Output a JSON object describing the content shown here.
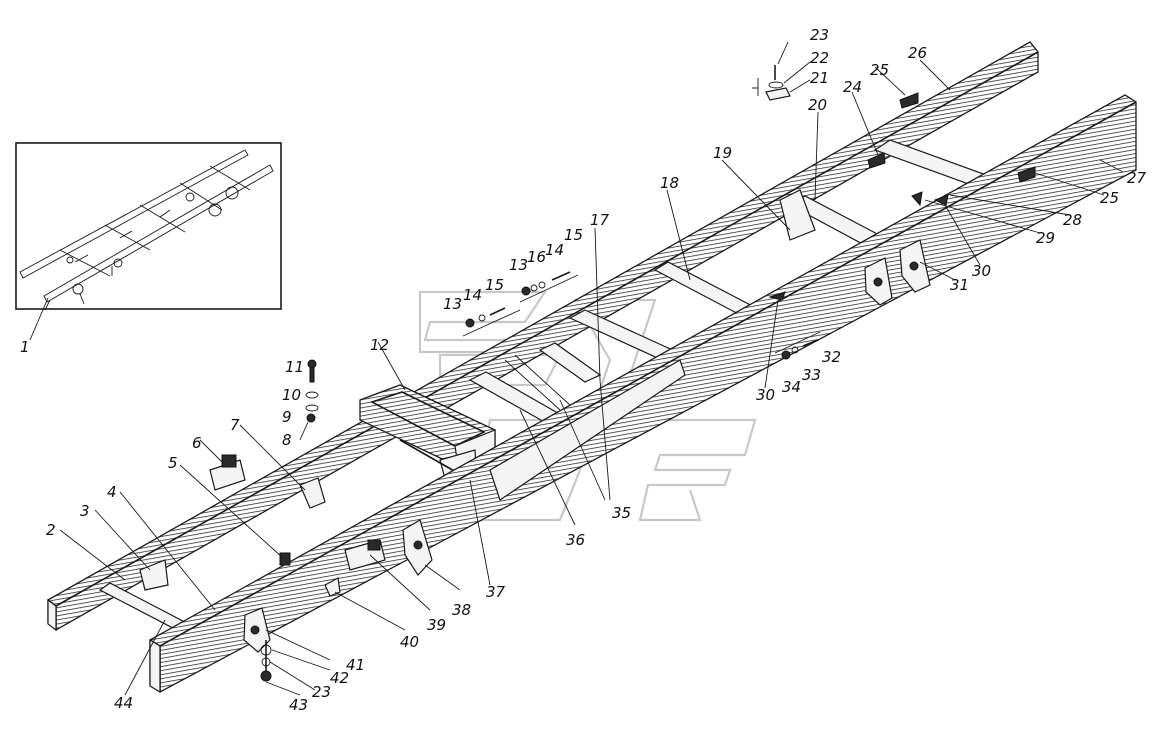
{
  "callouts": {
    "c1": "1",
    "c2": "2",
    "c3": "3",
    "c4": "4",
    "c5": "5",
    "c6": "6",
    "c7": "7",
    "c8": "8",
    "c9": "9",
    "c10": "10",
    "c11": "11",
    "c12": "12",
    "c13a": "13",
    "c13b": "13",
    "c14a": "14",
    "c14b": "14",
    "c15a": "15",
    "c15b": "15",
    "c16": "16",
    "c17": "17",
    "c18": "18",
    "c19": "19",
    "c20": "20",
    "c21": "21",
    "c22": "22",
    "c23a": "23",
    "c23b": "23",
    "c24": "24",
    "c25a": "25",
    "c25b": "25",
    "c26": "26",
    "c27": "27",
    "c28": "28",
    "c29": "29",
    "c30a": "30",
    "c30b": "30",
    "c31": "31",
    "c32": "32",
    "c33": "33",
    "c34": "34",
    "c35": "35",
    "c36": "36",
    "c37": "37",
    "c38": "38",
    "c39": "39",
    "c40": "40",
    "c41": "41",
    "c42": "42",
    "c43": "43",
    "c44": "44"
  },
  "colors": {
    "ink": "#1a1a1a",
    "background": "#ffffff",
    "watermark": "#c8c8c8"
  }
}
